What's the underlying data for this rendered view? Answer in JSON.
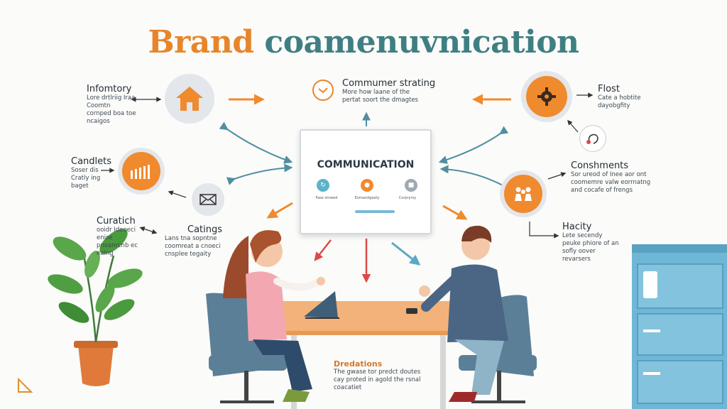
{
  "title": {
    "part1": "Brand",
    "part2": "coamenuvnication"
  },
  "center": {
    "title": "COMMUNICATION",
    "sub": [
      "Fase stnwed",
      "Eomarolgeaty",
      "Corpryrsy"
    ]
  },
  "nodes": {
    "inventory": {
      "label": "Infomtory",
      "desc": "Lore drtlriig Iraa Coomtn cornped boa toe ncaigos"
    },
    "consumer": {
      "label": "Commumer strating",
      "desc": "More how laane of the pertat soort the dmagtes"
    },
    "flost": {
      "label": "Flost",
      "desc": "Cate a hobtite dayobgfity"
    },
    "candlets": {
      "label": "Candlets",
      "desc": "Soser dis Cratly ing baget"
    },
    "conshments": {
      "label": "Conshments",
      "desc": "Sor ureod of Inee aor ont coomemre valw eorrnatng and cocafe of frengs"
    },
    "curatich": {
      "label": "Curatich",
      "desc": "ooidr Ideoeci enise pnoanrcnb ec ealng"
    },
    "catings": {
      "label": "Catings",
      "desc": "Lans tna sopntne coomreat a cnoeci cnsplee tegaity"
    },
    "hacity": {
      "label": "Hacity",
      "desc": "Lete secendy peuke phiore of an sofly oover revarsers"
    },
    "dredations": {
      "label": "Dredations",
      "desc": "The gwase tor predct doutes cay proted in agold the rsnal coacatiet"
    }
  },
  "colors": {
    "orange": "#f08a2e",
    "teal": "#4f8fa0",
    "red": "#dd4a4a",
    "blue_arrow": "#5ba7c6",
    "circle_bg": "#e3e6ea",
    "cabinet": "#6fb7d6"
  },
  "icons": {
    "inventory": "home-icon",
    "consumer": "clock-icon",
    "flost": "gear-icon",
    "candlets": "bar-chart-icon",
    "conshments": "people-icon",
    "catings": "envelope-icon",
    "wave": "hand-wave-icon"
  }
}
